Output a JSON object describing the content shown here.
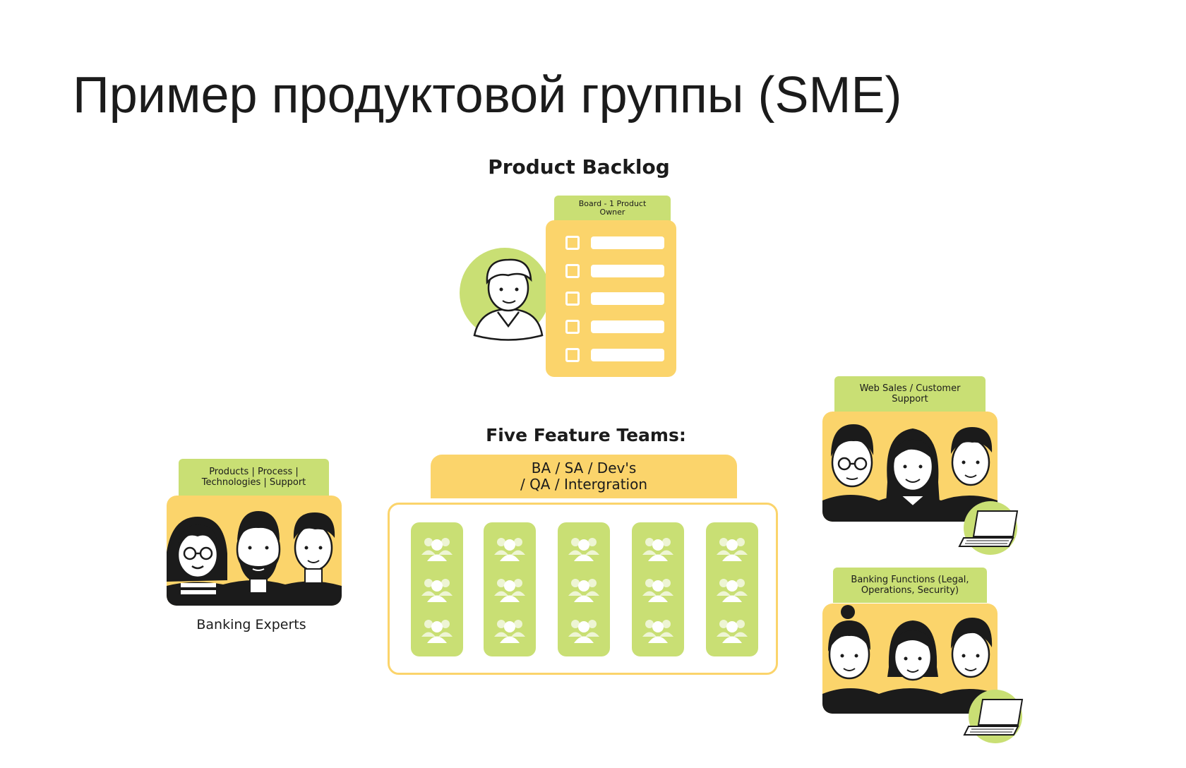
{
  "slide": {
    "title": "Пример продуктовой группы (SME)"
  },
  "backlog": {
    "heading": "Product Backlog",
    "board_tab": "Board - 1 Product Owner",
    "items_count": 5
  },
  "feature_teams": {
    "heading": "Five Feature Teams:",
    "roles_line1": "BA / SA / Dev's",
    "roles_line2": "/ QA / Intergration"
  },
  "banking_experts": {
    "tab_line1": "Products | Process |",
    "tab_line2": "Technologies | Support",
    "caption": "Banking Experts"
  },
  "web_sales": {
    "tab_line1": "Web Sales / Customer",
    "tab_line2": "Support"
  },
  "banking_functions": {
    "tab_line1": "Banking Functions (Legal,",
    "tab_line2": "Operations, Security)"
  },
  "colors": {
    "yellow": "#fbd46b",
    "green": "#c9df74",
    "dark": "#1b1b1b"
  }
}
